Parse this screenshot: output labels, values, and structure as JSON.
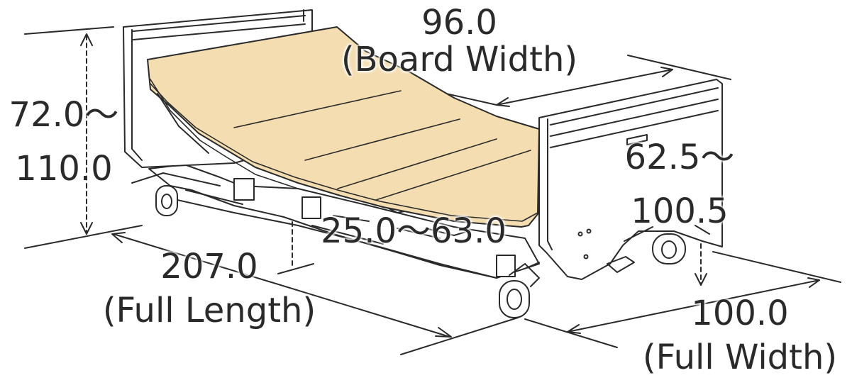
{
  "dimensions": {
    "board_width": {
      "value": "96.0",
      "label": "(Board Width)"
    },
    "head_height": {
      "value": "72.0～",
      "value2": "110.0"
    },
    "foot_height": {
      "value": "62.5～",
      "value2": "100.5"
    },
    "deck_height": {
      "value": "25.0～63.0"
    },
    "full_length": {
      "value": "207.0",
      "label": "(Full Length)"
    },
    "full_width": {
      "value": "100.0",
      "label": "(Full Width)"
    }
  },
  "colors": {
    "mattress": "#f4ddb0",
    "line": "#2a2a2a",
    "frame": "#ffffff"
  }
}
